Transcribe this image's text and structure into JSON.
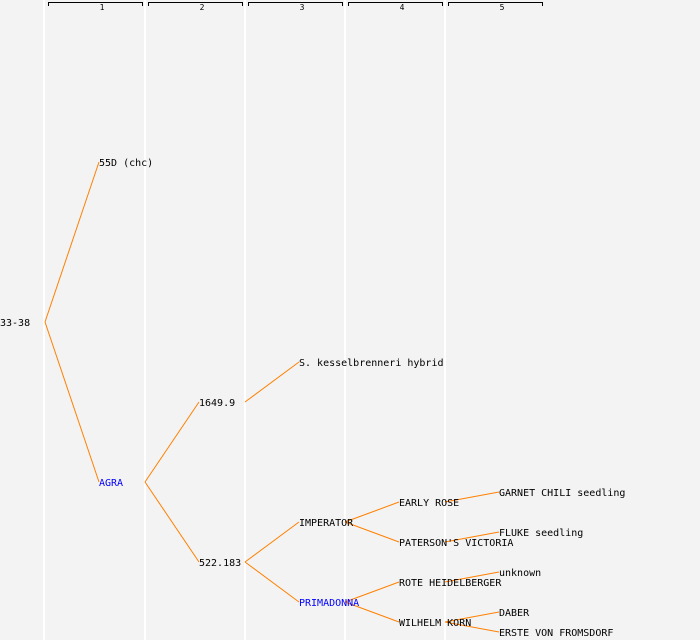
{
  "columns": [
    "1",
    "2",
    "3",
    "4",
    "5"
  ],
  "colors": {
    "line": "#ff8000",
    "highlight": "#0000ff",
    "background": "#f3f3f3"
  },
  "nodes": {
    "root": "33-38",
    "n55d": "55D (chc)",
    "agra": "AGRA",
    "n1649": "1649.9",
    "n522": "522.183",
    "kessel": "S. kesselbrenneri hybrid",
    "imperator": "IMPERATOR",
    "primadonna": "PRIMADONNA",
    "early_rose": "EARLY ROSE",
    "paterson": "PATERSON'S VICTORIA",
    "rote": "ROTE HEIDELBERGER",
    "wilhelm": "WILHELM KORN",
    "garnet": "GARNET CHILI seedling",
    "fluke": "FLUKE seedling",
    "unknown": "unknown",
    "daber": "DABER",
    "erste": "ERSTE VON FROMSDORF"
  }
}
